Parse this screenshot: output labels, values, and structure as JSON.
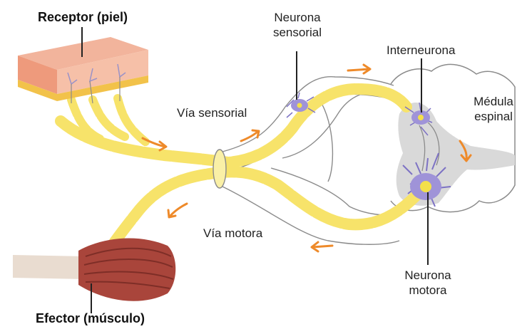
{
  "labels": {
    "receptor": "Receptor (piel)",
    "neurona_sensorial": [
      "Neurona",
      "sensorial"
    ],
    "interneurona": "Interneurona",
    "medula": [
      "Médula",
      "espinal"
    ],
    "via_sensorial": "Vía sensorial",
    "via_motora": "Vía motora",
    "neurona_motora": [
      "Neurona",
      "motora"
    ],
    "efector": "Efector (músculo)"
  },
  "colors": {
    "nerve": "#f7e36a",
    "nerve_light": "#faf0a6",
    "arrow": "#ee8a2a",
    "outline": "#8b8b8b",
    "gray_matter": "#d9d9d9",
    "skin_top": "#f2b49c",
    "skin_mid": "#ee9a7c",
    "fat": "#f2c24a",
    "neuron_body": "#9f93d8",
    "nucleus": "#f3e04a",
    "muscle": "#a9453b",
    "tendon": "#e9dcd0"
  }
}
